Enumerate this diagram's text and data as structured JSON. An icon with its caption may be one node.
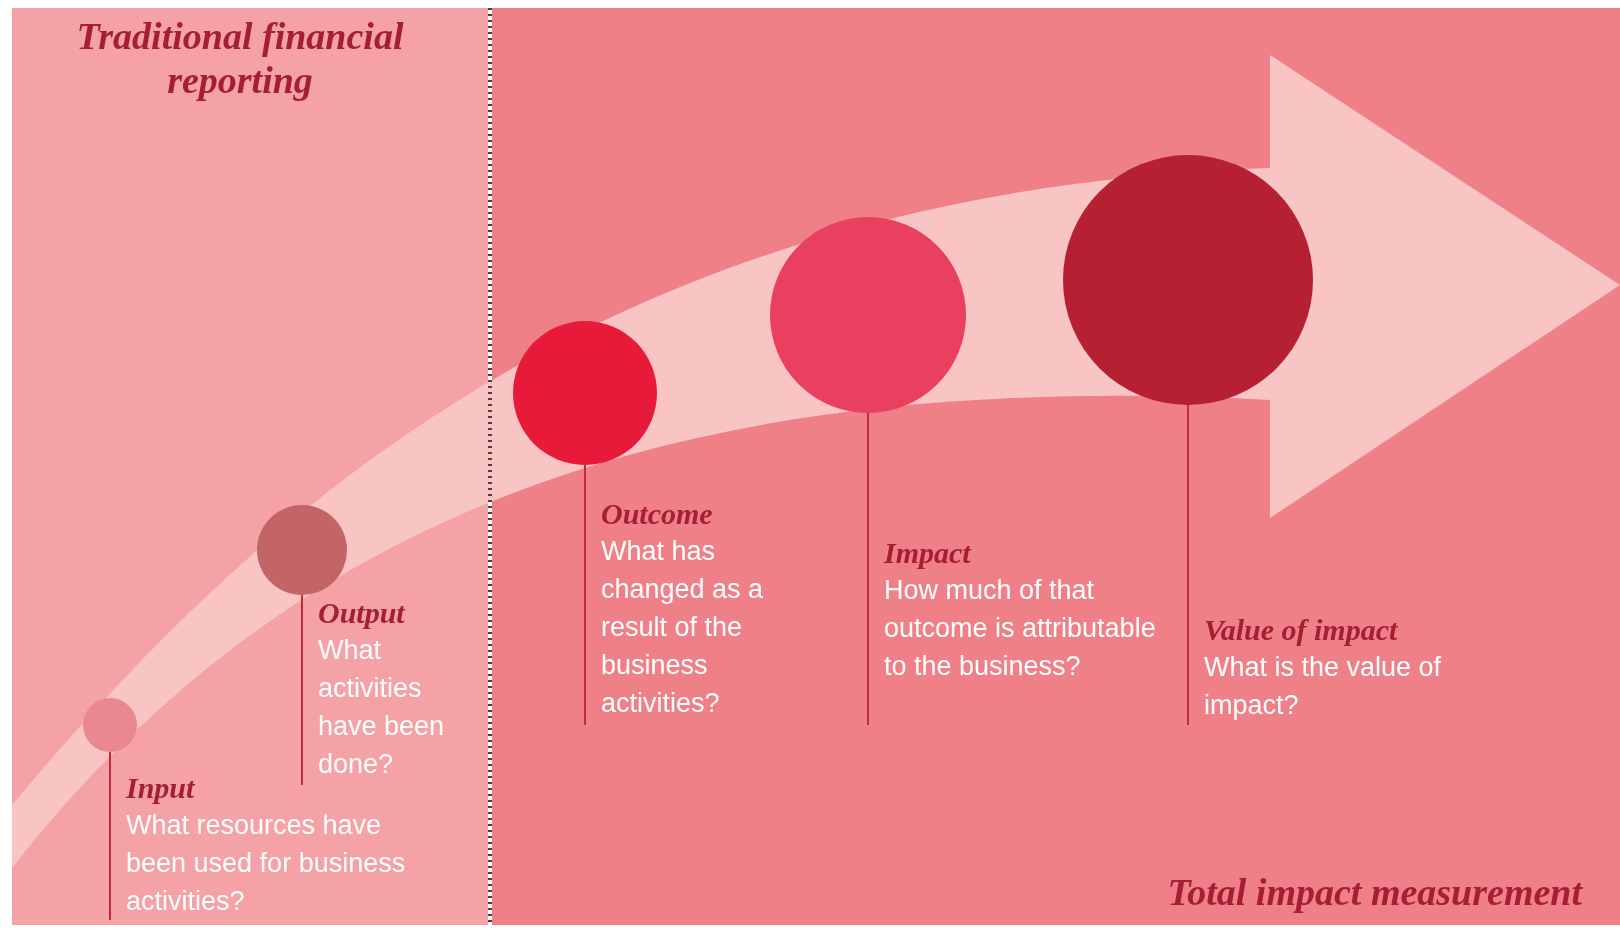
{
  "diagram": {
    "nodes": [
      {
        "text": [
          "Traditional financial reporting"
        ]
      },
      {
        "text": [
          "Total impact measurement"
        ]
      },
      {
        "text": [],
        "shape": "circle",
        "in": 0
      },
      {
        "text": [
          "Input",
          "What resources have been used for business activities?"
        ],
        "in": 0
      },
      {
        "text": [],
        "shape": "circle",
        "in": 0
      },
      {
        "text": [
          "Output",
          "What activities have been done?"
        ],
        "in": 0
      },
      {
        "text": [],
        "shape": "circle",
        "in": 1
      },
      {
        "text": [
          "Outcome",
          "What has changed as a result of the business activities?"
        ],
        "in": 1
      },
      {
        "text": [],
        "shape": "circle",
        "in": 1
      },
      {
        "text": [
          "Impact",
          "How much of that outcome is attributable to the business?"
        ],
        "in": 1
      },
      {
        "text": [],
        "shape": "circle",
        "in": 1
      },
      {
        "text": [
          "Value of impact",
          "What is the value of impact?"
        ],
        "in": 1
      }
    ],
    "edges": [
      {
        "from": 3,
        "to": 2,
        "arrow": "none"
      },
      {
        "from": 5,
        "to": 4,
        "arrow": "none"
      },
      {
        "from": 7,
        "to": 6,
        "arrow": "none"
      },
      {
        "from": 9,
        "to": 8,
        "arrow": "none"
      },
      {
        "from": 11,
        "to": 10,
        "arrow": "none"
      }
    ]
  }
}
